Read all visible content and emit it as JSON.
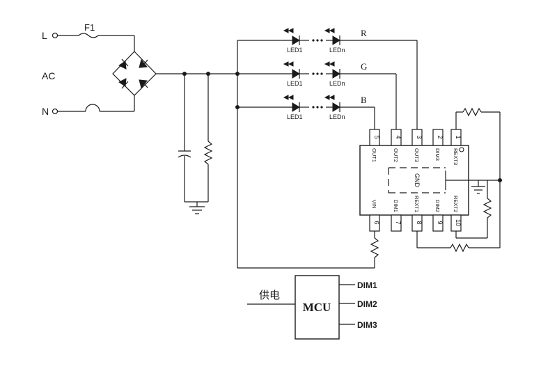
{
  "input": {
    "line_label": "L",
    "neutral_label": "N",
    "ac_label": "AC",
    "fuse_label": "F1"
  },
  "channels": [
    {
      "name": "R",
      "first_led": "LED1",
      "last_led": "LEDn"
    },
    {
      "name": "G",
      "first_led": "LED1",
      "last_led": "LEDn"
    },
    {
      "name": "B",
      "first_led": "LED1",
      "last_led": "LEDn"
    }
  ],
  "chip": {
    "top_pins": [
      {
        "num": "5",
        "name": "OUT1"
      },
      {
        "num": "4",
        "name": "OUT2"
      },
      {
        "num": "3",
        "name": "OUT3"
      },
      {
        "num": "2",
        "name": "DIM3"
      },
      {
        "num": "1",
        "name": "REXT3"
      }
    ],
    "bottom_pins": [
      {
        "num": "6",
        "name": "VIN"
      },
      {
        "num": "7",
        "name": "DIM1"
      },
      {
        "num": "8",
        "name": "REXT1"
      },
      {
        "num": "9",
        "name": "DIM2"
      },
      {
        "num": "10",
        "name": "REXT2"
      }
    ],
    "gnd_label": "GND"
  },
  "mcu": {
    "label": "MCU",
    "supply_label": "供电",
    "outputs": [
      "DIM1",
      "DIM2",
      "DIM3"
    ]
  }
}
